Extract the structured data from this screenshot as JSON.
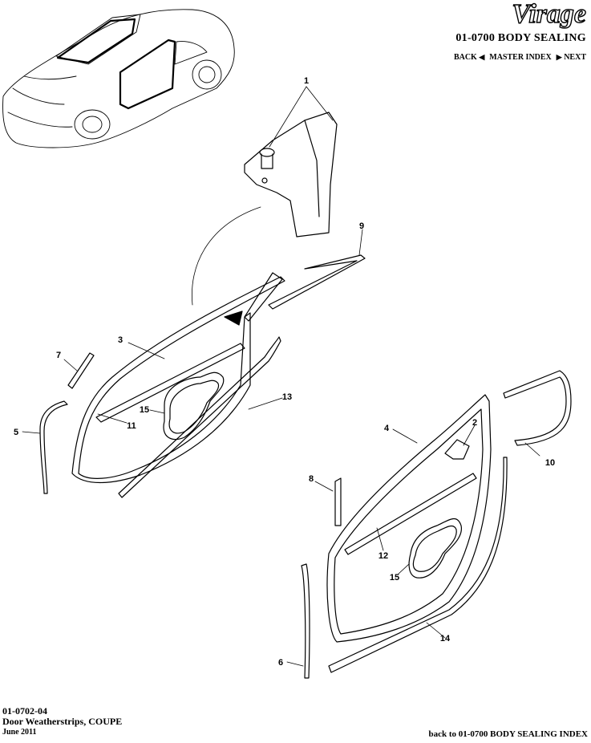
{
  "header": {
    "brand": "Virage",
    "section_title": "01-0700 BODY SEALING",
    "nav": {
      "back": "BACK",
      "master_index": "MASTER INDEX",
      "next": "NEXT"
    }
  },
  "callouts": [
    "1",
    "2",
    "3",
    "4",
    "5",
    "6",
    "7",
    "8",
    "9",
    "10",
    "11",
    "12",
    "13",
    "14",
    "15",
    "15"
  ],
  "footer": {
    "code": "01-0702-04",
    "name": "Door Weatherstrips, COUPE",
    "date": "June 2011",
    "back_link": "back to 01-0700 BODY SEALING INDEX"
  },
  "colors": {
    "ink": "#000000",
    "background": "#ffffff"
  },
  "icons": [
    "left-triangle-icon",
    "right-triangle-icon"
  ]
}
